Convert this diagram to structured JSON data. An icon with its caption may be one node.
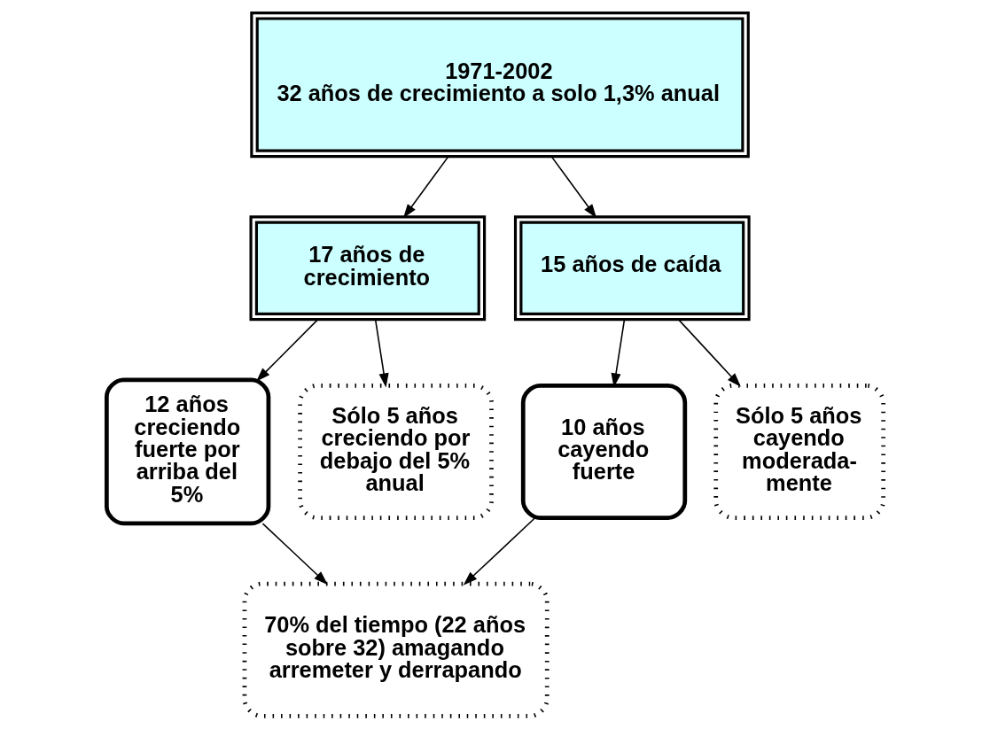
{
  "diagram": {
    "nodes": [
      {
        "text": [
          "1971-2002",
          "32 años de crecimiento a solo 1,3% anual"
        ]
      },
      {
        "text": [
          "17 años de crecimiento"
        ]
      },
      {
        "text": [
          "15 años de caída"
        ]
      },
      {
        "text": [
          "12 años creciendo fuerte por arriba del 5%"
        ]
      },
      {
        "text": [
          "Sólo 5 años creciendo por debajo del 5% anual"
        ]
      },
      {
        "text": [
          "10 años cayendo fuerte"
        ]
      },
      {
        "text": [
          "Sólo 5 años cayendo moderada- mente"
        ]
      },
      {
        "text": [
          "70% del tiempo (22 años sobre 32) amagando arremeter y derrapando"
        ]
      }
    ],
    "edges": [
      {
        "from": 0,
        "to": 1,
        "arrow": "to"
      },
      {
        "from": 0,
        "to": 2,
        "arrow": "to"
      },
      {
        "from": 1,
        "to": 3,
        "arrow": "to"
      },
      {
        "from": 1,
        "to": 4,
        "arrow": "to"
      },
      {
        "from": 2,
        "to": 5,
        "arrow": "to"
      },
      {
        "from": 2,
        "to": 6,
        "arrow": "to"
      },
      {
        "from": 3,
        "to": 7,
        "arrow": "to"
      },
      {
        "from": 5,
        "to": 7,
        "arrow": "to"
      }
    ]
  }
}
